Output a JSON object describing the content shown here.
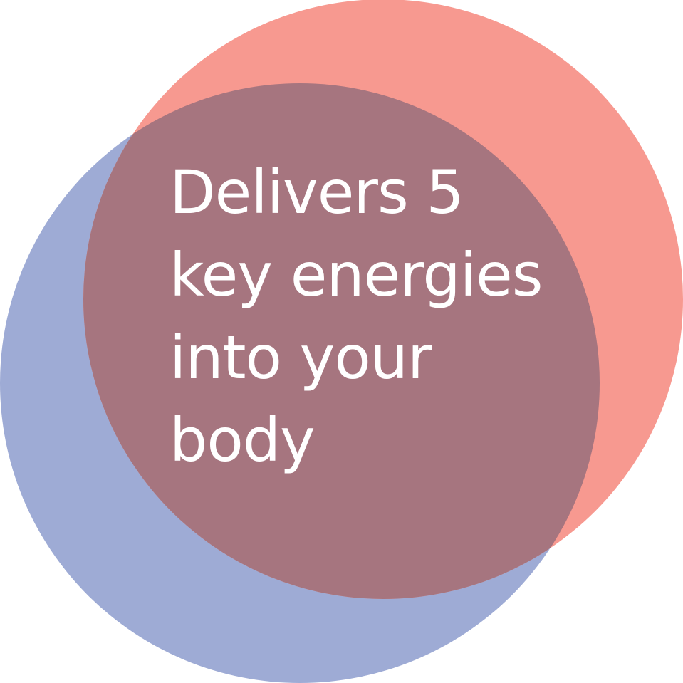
{
  "colors": {
    "background": "#ffffff",
    "blue_circle": "#9eabd5",
    "red_circle": "#f79990",
    "overlap": "#a6757f",
    "text": "#ffffff"
  },
  "text": {
    "lines": [
      "Delivers 5",
      "key energies",
      "into your",
      "body"
    ]
  }
}
